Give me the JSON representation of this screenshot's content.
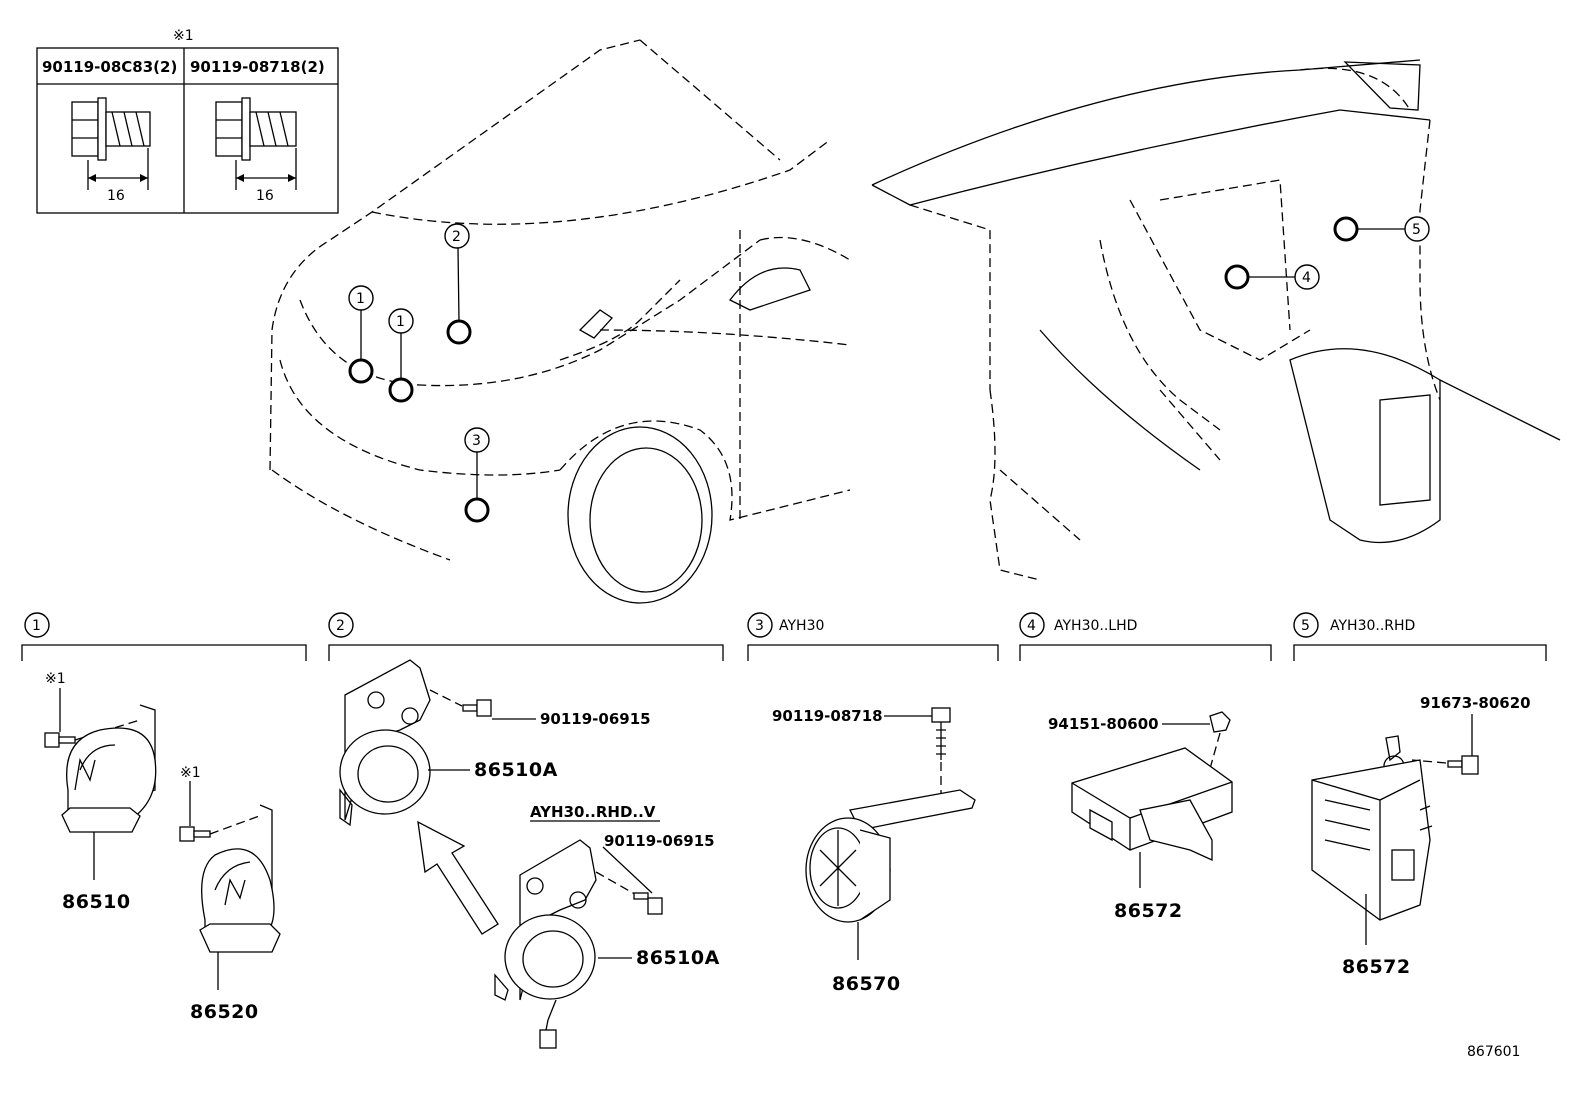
{
  "inset": {
    "mark": "※1",
    "col1_part": "90119-08C83(2)",
    "col2_part": "90119-08718(2)",
    "col1_dim": "16",
    "col2_dim": "16"
  },
  "vehicle_refs": [
    "1",
    "1",
    "2",
    "3",
    "4",
    "5"
  ],
  "sections": [
    {
      "num": "1",
      "title": ""
    },
    {
      "num": "2",
      "title": ""
    },
    {
      "num": "3",
      "title": "AYH30"
    },
    {
      "num": "4",
      "title": "AYH30..LHD"
    },
    {
      "num": "5",
      "title": "AYH30..RHD"
    }
  ],
  "parts": {
    "s1_mark_a": "※1",
    "s1_mark_b": "※1",
    "s1_horn_high": "86510",
    "s1_horn_low": "86520",
    "s2_bolt_top": "90119-06915",
    "s2_horn_top": "86510A",
    "s2_variant": "AYH30..RHD..V",
    "s2_bolt_bottom": "90119-06915",
    "s2_horn_bottom": "86510A",
    "s3_bolt": "90119-08718",
    "s3_siren": "86570",
    "s4_screw": "94151-80600",
    "s4_ecu": "86572",
    "s5_bolt": "91673-80620",
    "s5_ecu": "86572"
  },
  "diagram_id": "867601"
}
